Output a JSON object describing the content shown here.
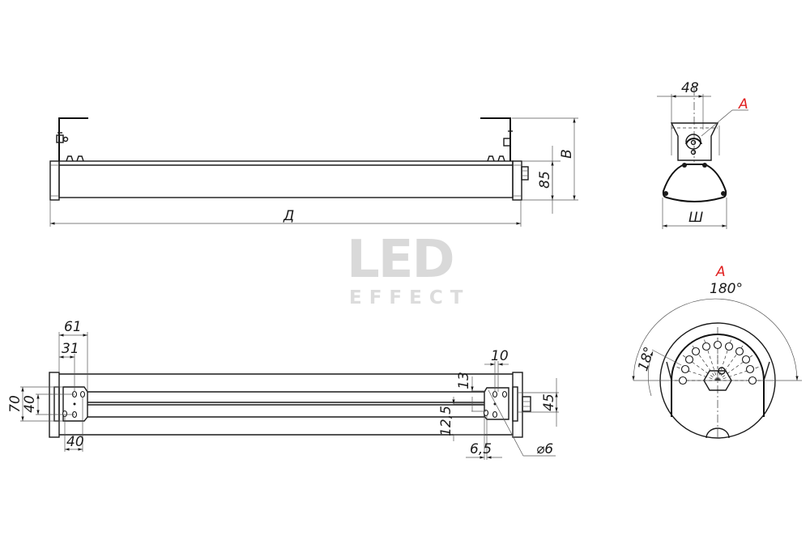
{
  "logo": {
    "line1": "LED",
    "line2": "EFFECT",
    "color": "#d9d9d9"
  },
  "front_view": {
    "length_label": "Д",
    "height_label": "В",
    "body_height": "85"
  },
  "side_view": {
    "bracket_width": "48",
    "width_label": "Ш",
    "detail_callout": "А"
  },
  "bottom_view": {
    "dims_left": {
      "bracket_offset_outer": "61",
      "bracket_offset_inner": "31",
      "height_total": "70",
      "hole_spacing_vertical": "40",
      "hole_spacing_horizontal": "40"
    },
    "dims_right": {
      "hole_offset": "10",
      "profile_offset": "13",
      "profile_gap": "12,5",
      "bracket_height": "45",
      "hole_edge_offset": "6,5",
      "hole_diameter": "⌀6"
    }
  },
  "detail_a": {
    "title": "А",
    "rotation_range": "180°",
    "step_angle": "18°"
  },
  "colors": {
    "line": "#1a1a1a",
    "callout_red": "#e02020",
    "watermark": "#d9d9d9"
  }
}
